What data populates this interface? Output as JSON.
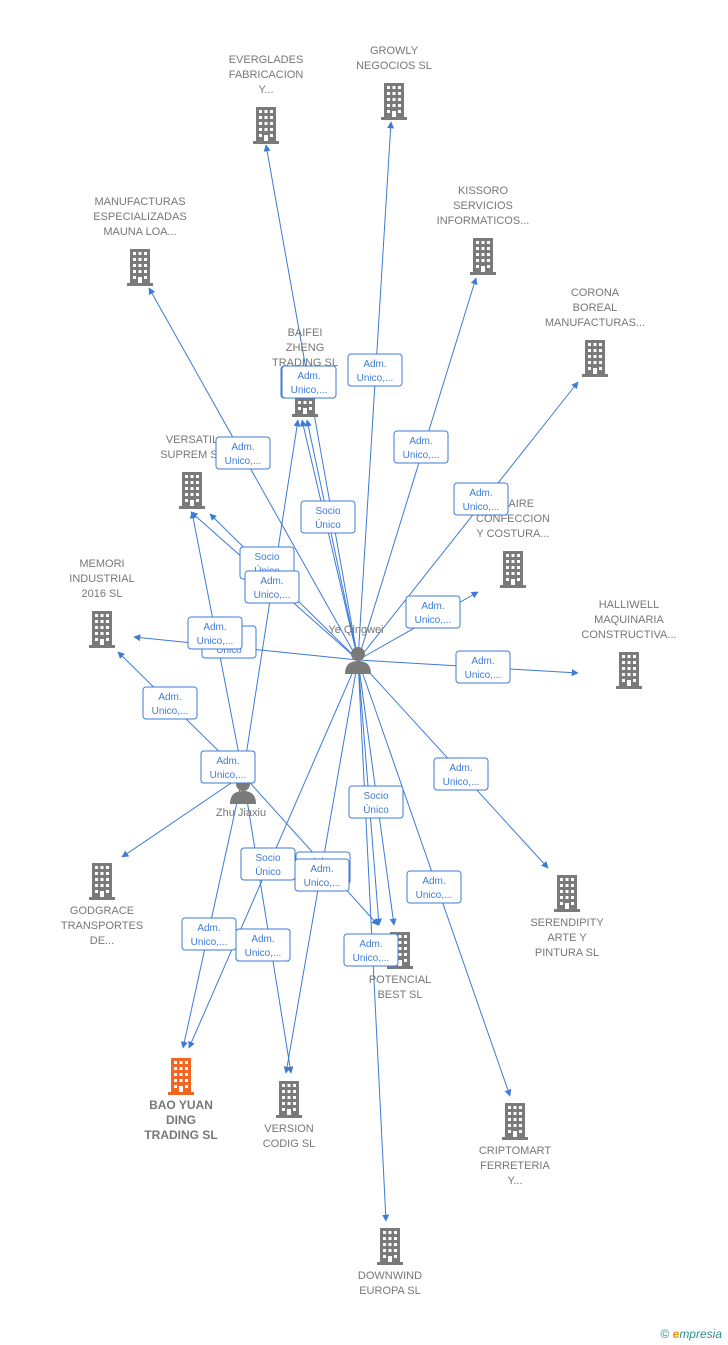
{
  "persons": [
    {
      "id": "ye",
      "name": "Ye Qingwei"
    },
    {
      "id": "zhu",
      "name": "Zhu Jiaxiu"
    }
  ],
  "companies": [
    {
      "id": "everglades",
      "lines": [
        "EVERGLADES",
        "FABRICACION",
        "Y..."
      ]
    },
    {
      "id": "growly",
      "lines": [
        "GROWLY",
        "NEGOCIOS  SL"
      ]
    },
    {
      "id": "kissoro",
      "lines": [
        "KISSORO",
        "SERVICIOS",
        "INFORMATICOS..."
      ]
    },
    {
      "id": "manufacturas",
      "lines": [
        "MANUFACTURAS",
        "ESPECIALIZADAS",
        "MAUNA LOA..."
      ]
    },
    {
      "id": "corona",
      "lines": [
        "CORONA",
        "BOREAL",
        "MANUFACTURAS..."
      ]
    },
    {
      "id": "baifei",
      "lines": [
        "BAIFEI",
        "ZHENG",
        "TRADING  SL"
      ]
    },
    {
      "id": "versatil",
      "lines": [
        "VERSATIL",
        "SUPREM  SL"
      ]
    },
    {
      "id": "onaire",
      "lines": [
        "ONAIRE",
        "CONFECCION",
        "Y COSTURA..."
      ]
    },
    {
      "id": "memori",
      "lines": [
        "MEMORI",
        "INDUSTRIAL",
        "2016  SL"
      ]
    },
    {
      "id": "halliwell",
      "lines": [
        "HALLIWELL",
        "MAQUINARIA",
        "CONSTRUCTIVA..."
      ]
    },
    {
      "id": "godgrace",
      "lines": [
        "GODGRACE",
        "TRANSPORTES",
        "DE..."
      ]
    },
    {
      "id": "serendipity",
      "lines": [
        "SERENDIPITY",
        "ARTE Y",
        "PINTURA  SL"
      ]
    },
    {
      "id": "potencial",
      "lines": [
        "POTENCIAL",
        "BEST  SL"
      ]
    },
    {
      "id": "baoyuan",
      "lines": [
        "BAO YUAN",
        "DING",
        "TRADING  SL"
      ]
    },
    {
      "id": "version",
      "lines": [
        "VERSION",
        "CODIG  SL"
      ]
    },
    {
      "id": "criptomart",
      "lines": [
        "CRIPTOMART",
        "FERRETERIA",
        "Y..."
      ]
    },
    {
      "id": "downwind",
      "lines": [
        "DOWNWIND",
        "EUROPA  SL"
      ]
    }
  ],
  "edges": [
    {
      "from": "ye",
      "to": "everglades",
      "label": [
        "Adm.",
        "Unico,..."
      ]
    },
    {
      "from": "ye",
      "to": "growly",
      "label": [
        "Adm.",
        "Unico,..."
      ]
    },
    {
      "from": "ye",
      "to": "kissoro",
      "label": [
        "Adm.",
        "Unico,..."
      ]
    },
    {
      "from": "ye",
      "to": "manufacturas",
      "label": [
        "Adm.",
        "Unico,..."
      ]
    },
    {
      "from": "ye",
      "to": "corona",
      "label": [
        "Adm.",
        "Unico,..."
      ]
    },
    {
      "from": "ye",
      "to": "baifei",
      "label": [
        "Adm.",
        "Unico,..."
      ]
    },
    {
      "from": "ye",
      "to": "baifei",
      "label": [
        "Socio",
        "Único"
      ]
    },
    {
      "from": "ye",
      "to": "versatil",
      "label": [
        "Socio",
        "Único"
      ]
    },
    {
      "from": "ye",
      "to": "versatil",
      "label": [
        "Adm.",
        "Unico,..."
      ]
    },
    {
      "from": "ye",
      "to": "onaire",
      "label": [
        "Adm.",
        "Unico,..."
      ]
    },
    {
      "from": "ye",
      "to": "memori",
      "label": [
        "Socio",
        "Único"
      ]
    },
    {
      "from": "ye",
      "to": "halliwell",
      "label": [
        "Adm.",
        "Unico,..."
      ]
    },
    {
      "from": "ye",
      "to": "serendipity",
      "label": [
        "Adm.",
        "Unico,..."
      ]
    },
    {
      "from": "ye",
      "to": "potencial",
      "label": [
        "Socio",
        "Único"
      ]
    },
    {
      "from": "ye",
      "to": "potencial",
      "label": [
        "Adm.",
        "Unico,..."
      ]
    },
    {
      "from": "ye",
      "to": "criptomart",
      "label": [
        "Adm.",
        "Unico,..."
      ]
    },
    {
      "from": "ye",
      "to": "downwind",
      "label": [
        "Adm.",
        "Unico,..."
      ]
    },
    {
      "from": "ye",
      "to": "baoyuan",
      "label": [
        "Socio",
        "Único"
      ]
    },
    {
      "from": "ye",
      "to": "version",
      "label": [
        "Adm.",
        "Unico,..."
      ]
    },
    {
      "from": "zhu",
      "to": "memori",
      "label": [
        "Adm.",
        "Unico,..."
      ]
    },
    {
      "from": "zhu",
      "to": "versatil",
      "label": [
        "Adm.",
        "Unico,..."
      ]
    },
    {
      "from": "zhu",
      "to": "baifei",
      "label": [
        "Adm.",
        "Unico,..."
      ]
    },
    {
      "from": "zhu",
      "to": "godgrace",
      "label": [
        "Adm.",
        "Unico,..."
      ]
    },
    {
      "from": "zhu",
      "to": "baoyuan",
      "label": [
        "Adm.",
        "Unico,..."
      ]
    },
    {
      "from": "zhu",
      "to": "version",
      "label": [
        "Adm.",
        "Unico,..."
      ]
    },
    {
      "from": "zhu",
      "to": "potencial",
      "label": [
        "Adm.",
        "Unico,..."
      ]
    }
  ],
  "highlight_company": "baoyuan",
  "colors": {
    "edge": "#3d7bd6",
    "building": "#7a7a7a",
    "highlight": "#f26522",
    "person": "#7a7a7a"
  },
  "footer": {
    "symbol": "©",
    "brand_initial": "e",
    "brand_rest": "mpresia"
  }
}
